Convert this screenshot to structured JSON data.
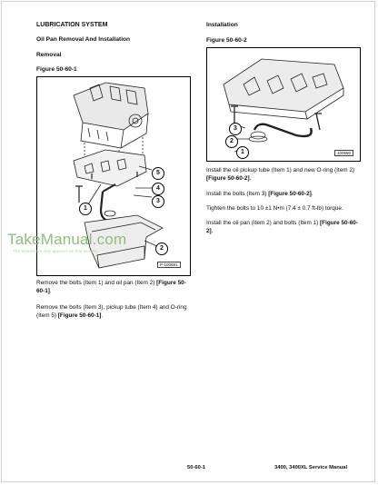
{
  "header": {
    "section": "LUBRICATION SYSTEM",
    "topic": "Oil Pan Removal And Installation",
    "left_sub": "Removal",
    "right_sub": "Installation"
  },
  "figures": {
    "fig1": {
      "caption": "Figure 50-60-1",
      "tag": "P-100681",
      "callouts": [
        "1",
        "2",
        "3",
        "4",
        "5"
      ]
    },
    "fig2": {
      "caption": "Figure 50-60-2",
      "tag": "100680",
      "callouts": [
        "1",
        "2",
        "3"
      ]
    }
  },
  "left_text": {
    "p1_a": "Remove the bolts (Item 1) and oil pan (Item 2) ",
    "p1_ref": "[Figure 50-60-1]",
    "p1_end": ".",
    "p2_a": "Remove the bolts (Item 3), pickup tube (Item 4) and O-ring (Item 5) ",
    "p2_ref": "[Figure 50-60-1]",
    "p2_end": "."
  },
  "right_text": {
    "p1_a": "Install the oil pickup tube (Item 1) and new O-ring (Item 2) ",
    "p1_ref": "[Figure 50-60-2]",
    "p1_end": ".",
    "p2_a": "Install the bolts (Item 3) ",
    "p2_ref": "[Figure 50-60-2]",
    "p2_end": ".",
    "p3": "Tighten the bolts to 10 ±1 N•m (7.4 ± 0.7 ft-lb) torque.",
    "p4_a": "Install the oil pan (Item 2) and bolts (Item 1) ",
    "p4_ref": "[Figure 50-60-2]",
    "p4_end": "."
  },
  "watermark": {
    "brand": "TakeManual.com",
    "note": "The watermark only appears on this sample"
  },
  "footer": {
    "page": "50-60-1",
    "manual": "3400, 3400XL Service Manual"
  }
}
